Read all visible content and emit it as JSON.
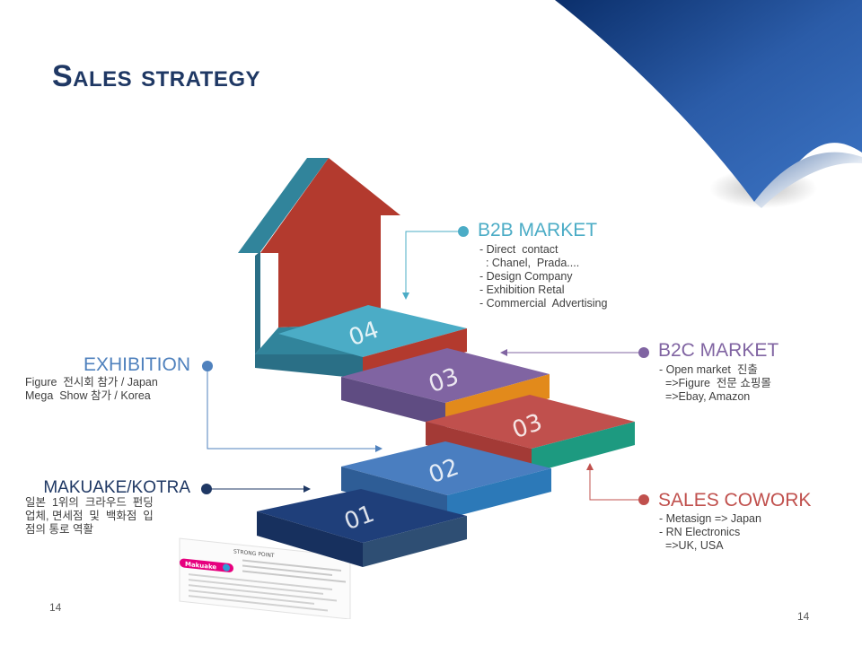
{
  "slide": {
    "title": "Sales strategy",
    "page_number_left": "14",
    "page_number_right": "14"
  },
  "steps": [
    {
      "label": "01"
    },
    {
      "label": "02"
    },
    {
      "label": "03"
    },
    {
      "label": "03"
    },
    {
      "label": "04"
    }
  ],
  "b2b": {
    "heading": "B2B MARKET",
    "color": "#4BACC6",
    "lines": [
      "- Direct  contact",
      "  : Chanel,  Prada....",
      "- Design Company",
      "- Exhibition Retal",
      "- Commercial  Advertising"
    ]
  },
  "b2c": {
    "heading": "B2C MARKET",
    "color": "#8064A2",
    "lines": [
      "- Open market  진출",
      "  =>Figure  전문 쇼핑몰",
      "  =>Ebay, Amazon"
    ]
  },
  "exhibition": {
    "heading": "EXHIBITION",
    "color": "#4F81BD",
    "lines": [
      "Figure  전시회 참가 / Japan",
      "Mega  Show 참가 / Korea"
    ]
  },
  "sales_cowork": {
    "heading": "SALES  COWORK",
    "color": "#C0504D",
    "lines": [
      "- Metasign => Japan",
      "- RN Electronics",
      "  =>UK, USA"
    ]
  },
  "makuake": {
    "heading": "MAKUAKE/KOTRA",
    "color": "#1F3864",
    "lines": [
      "일본  1위의  크라우드  펀딩",
      "업체, 면세점  및  백화점  입",
      "점의 통로 역활"
    ]
  },
  "document_thumbnail": {
    "header_text": "STRONG POINT",
    "logo_text": "Makuake"
  },
  "colors": {
    "title": "#1F3864",
    "arrow_red": "#B33A2E",
    "arrow_teal": "#31849B",
    "step1": "#1F3F7A",
    "step2": "#4472C4",
    "step3_red": "#C0504D",
    "step3_purple": "#8064A2",
    "step4": "#4BACC6",
    "orange": "#E28A1B",
    "green": "#1D9A80"
  }
}
